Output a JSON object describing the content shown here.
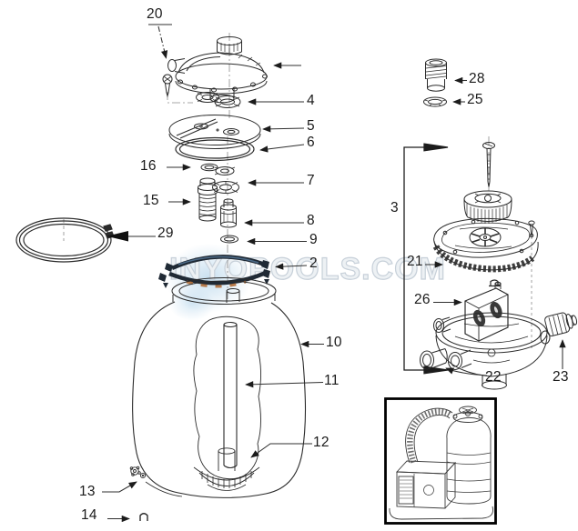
{
  "watermark": {
    "text": "INYOPOOLS.COM"
  },
  "colors": {
    "line": "#2b2b2b",
    "label": "#1a1a1a",
    "accent_blue": "#5f86ab",
    "accent_orange": "#b0672e",
    "clamp_dark": "#202a35"
  },
  "callouts": [
    {
      "label": "20"
    },
    {
      "label": "4"
    },
    {
      "label": "5"
    },
    {
      "label": "6"
    },
    {
      "label": "16"
    },
    {
      "label": "7"
    },
    {
      "label": "15"
    },
    {
      "label": "8"
    },
    {
      "label": "29"
    },
    {
      "label": "9"
    },
    {
      "label": "2"
    },
    {
      "label": "10"
    },
    {
      "label": "11"
    },
    {
      "label": "12"
    },
    {
      "label": "13"
    },
    {
      "label": "14"
    },
    {
      "label": "28"
    },
    {
      "label": "25"
    },
    {
      "label": "3"
    },
    {
      "label": "21"
    },
    {
      "label": "26"
    },
    {
      "label": "22"
    },
    {
      "label": "23"
    }
  ]
}
